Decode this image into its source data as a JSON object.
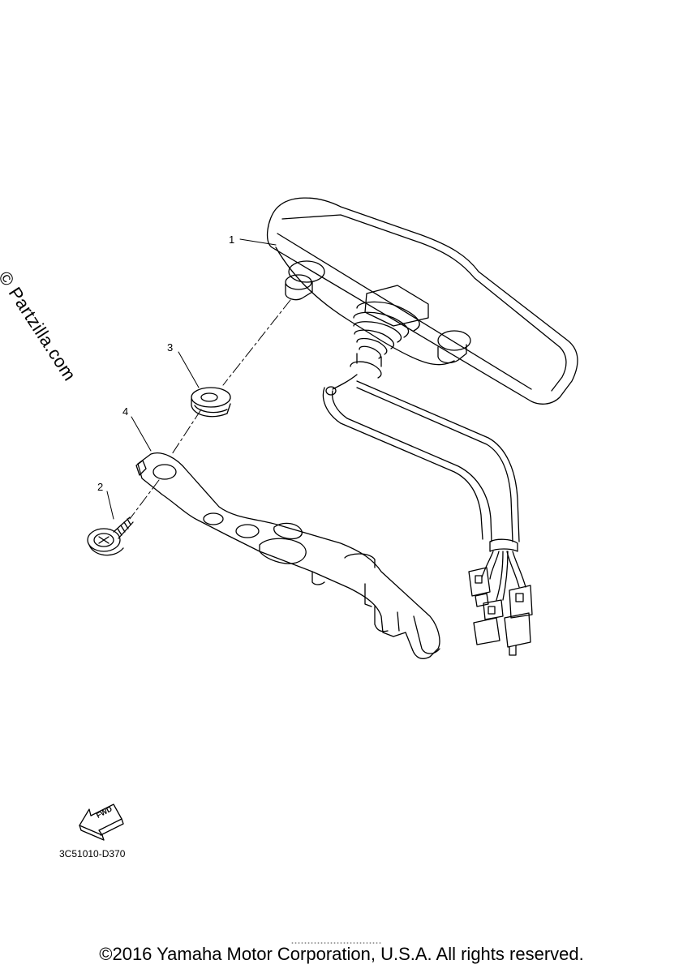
{
  "watermark": "© Partzilla.com",
  "callouts": [
    {
      "id": "1",
      "label": "1"
    },
    {
      "id": "2",
      "label": "2"
    },
    {
      "id": "3",
      "label": "3"
    },
    {
      "id": "4",
      "label": "4"
    }
  ],
  "fwd_label": "FWD",
  "diagram_code": "3C51010-D370",
  "copyright": "©2016 Yamaha Motor Corporation, U.S.A. All rights reserved."
}
